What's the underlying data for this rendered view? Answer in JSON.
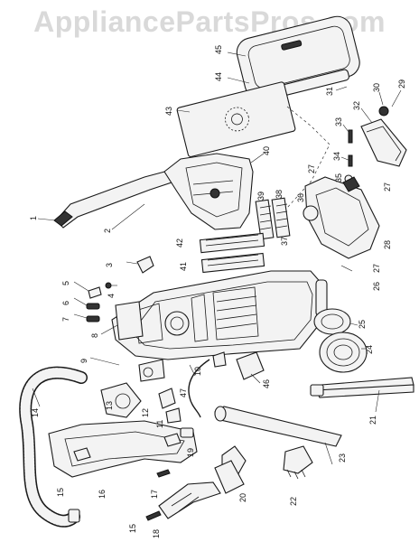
{
  "watermark": "AppliancePartsPros.com",
  "labels": [
    "45",
    "44",
    "31",
    "43",
    "30",
    "32",
    "29",
    "33",
    "40",
    "34",
    "27",
    "35",
    "1",
    "2",
    "36",
    "39",
    "38",
    "27",
    "37",
    "28",
    "42",
    "3",
    "41",
    "27",
    "26",
    "5",
    "4",
    "6",
    "7",
    "8",
    "25",
    "9",
    "24",
    "21",
    "14",
    "10",
    "46",
    "13",
    "12",
    "47",
    "11",
    "23",
    "19",
    "15",
    "16",
    "17",
    "20",
    "22",
    "18",
    "15"
  ]
}
